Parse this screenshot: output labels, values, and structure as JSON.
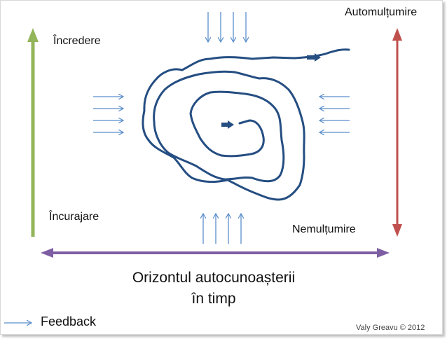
{
  "labels": {
    "top_left": "Încredere",
    "bottom_left": "Încurajare",
    "top_right": "Automulțumire",
    "bottom_right": "Nemulțumire",
    "axis_line1": "Orizontul autocunoașterii",
    "axis_line2": "în timp"
  },
  "legend": {
    "label": "Feedback",
    "icon": "thin-blue-arrow-icon"
  },
  "credit": "Valy Greavu © 2012",
  "colors": {
    "green_arrow": "#92b55a",
    "red_arrow": "#c0504d",
    "purple_arrow": "#7e5ea3",
    "spiral": "#254e82",
    "feedback_arrows": "#5a8ecb"
  }
}
